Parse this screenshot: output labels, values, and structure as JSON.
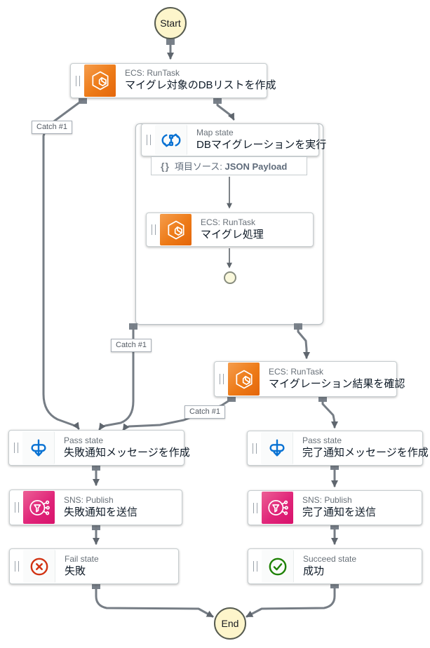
{
  "terminals": {
    "start_label": "Start",
    "end_label": "End"
  },
  "nodes": {
    "create_db_list": {
      "subtitle": "ECS: RunTask",
      "title": "マイグレ対象のDBリストを作成"
    },
    "map": {
      "subtitle": "Map state",
      "title": "DBマイグレーションを実行",
      "item_source_braces": "{}",
      "item_source_prefix": "項目ソース: ",
      "item_source_value": "JSON Payload"
    },
    "migrate_task": {
      "subtitle": "ECS: RunTask",
      "title": "マイグレ処理"
    },
    "check_result": {
      "subtitle": "ECS: RunTask",
      "title": "マイグレーション結果を確認"
    },
    "fail_message": {
      "subtitle": "Pass state",
      "title": "失敗通知メッセージを作成"
    },
    "success_message": {
      "subtitle": "Pass state",
      "title": "完了通知メッセージを作成"
    },
    "fail_publish": {
      "subtitle": "SNS: Publish",
      "title": "失敗通知を送信"
    },
    "success_publish": {
      "subtitle": "SNS: Publish",
      "title": "完了通知を送信"
    },
    "fail_state": {
      "subtitle": "Fail state",
      "title": "失敗"
    },
    "succeed_state": {
      "subtitle": "Succeed state",
      "title": "成功"
    }
  },
  "edge_labels": {
    "catch1": "Catch #1",
    "catch2": "Catch #1",
    "catch3": "Catch #1"
  },
  "icons": [
    "drag-handle-icon",
    "ecs-icon",
    "map-icon",
    "pass-icon",
    "sns-icon",
    "fail-icon",
    "succeed-icon",
    "json-braces-icon"
  ],
  "colors": {
    "ecs_orange": "#e8700d",
    "sns_pink": "#d8126b",
    "workflow_blue": "#0972d3",
    "fail_red": "#d13212",
    "succeed_green": "#1d8102",
    "terminal_yellow": "#fdf5cb",
    "edge_gray": "#767d85"
  }
}
